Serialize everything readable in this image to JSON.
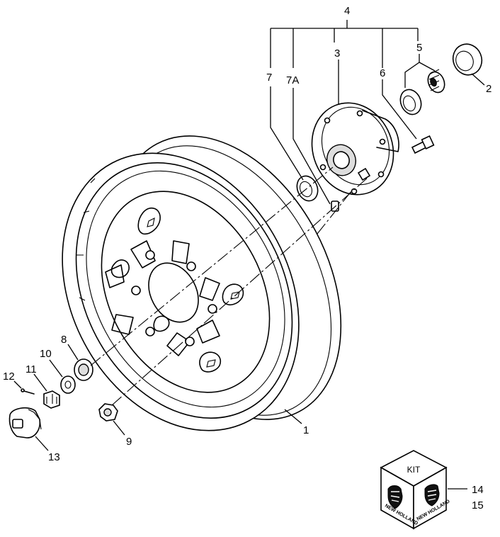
{
  "callouts": {
    "c1": "1",
    "c2": "2",
    "c3": "3",
    "c4": "4",
    "c5": "5",
    "c6": "6",
    "c7": "7",
    "c7a": "7A",
    "c8": "8",
    "c9": "9",
    "c10": "10",
    "c11": "11",
    "c12": "12",
    "c13": "13",
    "c14": "14",
    "c15": "15"
  },
  "kit": {
    "top_label": "KIT",
    "logo_text_left": "NEW HOLLAND",
    "logo_text_right": "NEW HOLLAND"
  }
}
